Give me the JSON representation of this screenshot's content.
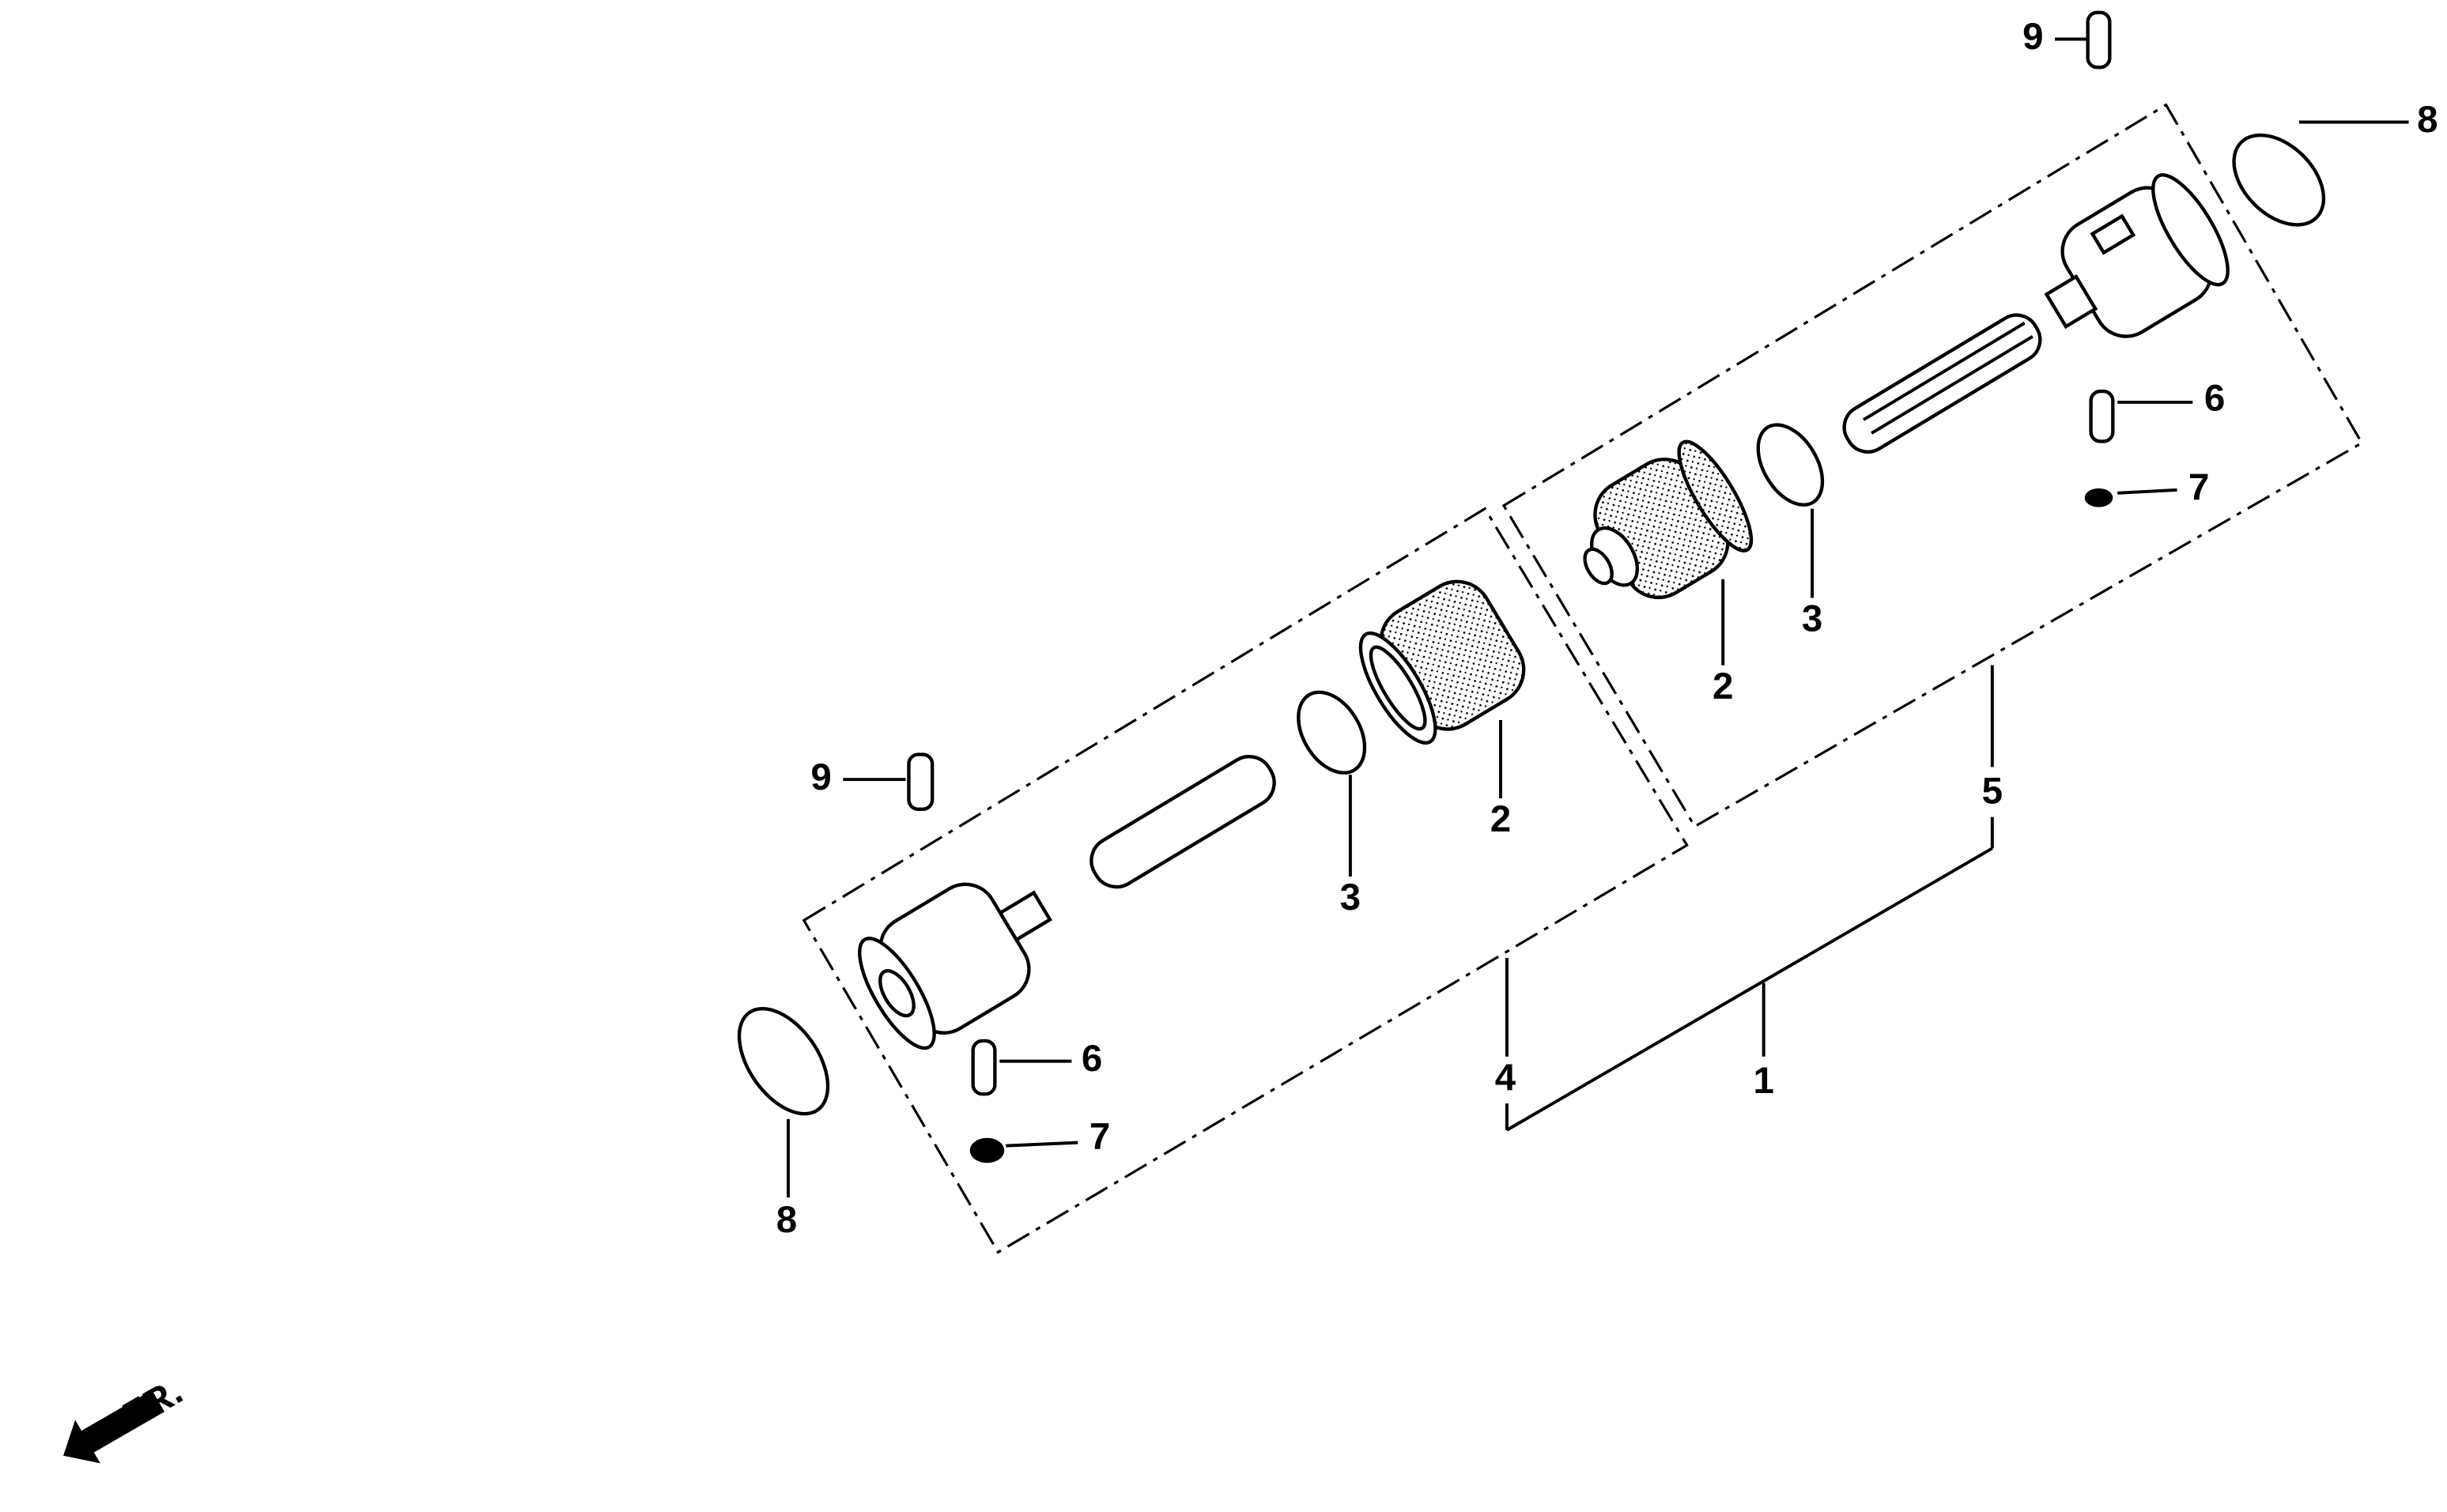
{
  "diagram": {
    "direction_label": "FR.",
    "callouts": {
      "right_pin_9": "9",
      "right_clamp_8": "8",
      "right_pin_6": "6",
      "right_washer_7": "7",
      "right_boot_2": "2",
      "right_ring_3": "3",
      "assembly_5": "5",
      "assembly_1": "1",
      "assembly_4": "4",
      "left_boot_2": "2",
      "left_ring_3": "3",
      "left_pin_9": "9",
      "left_pin_6": "6",
      "left_washer_7": "7",
      "left_clamp_8": "8"
    }
  }
}
